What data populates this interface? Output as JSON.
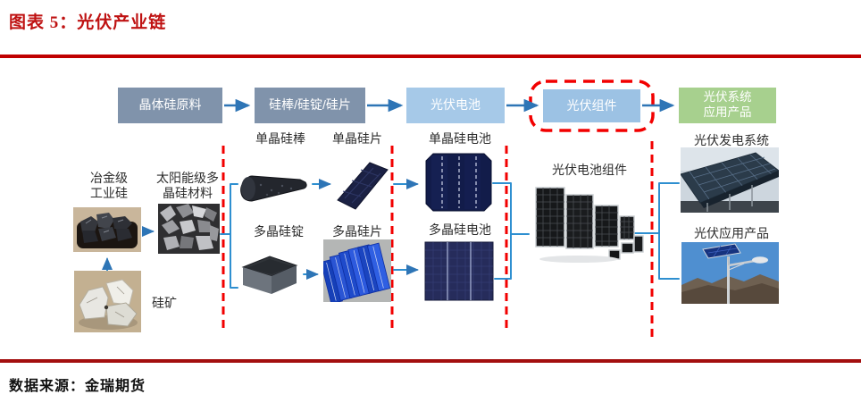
{
  "header": {
    "title": "图表 5：光伏产业链"
  },
  "footer": {
    "source": "数据来源：金瑞期货"
  },
  "flow_boxes": [
    {
      "label": "晶体硅原料"
    },
    {
      "label": "硅棒/硅锭/硅片"
    },
    {
      "label": "光伏电池"
    },
    {
      "label": "光伏组件",
      "highlighted": true
    },
    {
      "label": "光伏系统\n应用产品"
    }
  ],
  "section_labels": {
    "metallurgical_silicon": "冶金级\n工业硅",
    "solar_grade_polysilicon": "太阳能级多\n晶硅材料",
    "silicon_ore": "硅矿",
    "mono_rod": "单晶硅棒",
    "mono_wafer": "单晶硅片",
    "mono_cell": "单晶硅电池",
    "poly_ingot": "多晶硅锭",
    "poly_wafer": "多晶硅片",
    "poly_cell": "多晶硅电池",
    "pv_module": "光伏电池组件",
    "pv_power_system": "光伏发电系统",
    "pv_application": "光伏应用产品"
  },
  "images": {
    "metallurgical_silicon_photo": "black-silicon-chunks-photo",
    "solar_grade_polysilicon_photo": "gray-polysilicon-fragments-photo",
    "silicon_ore_photo": "white-quartz-rocks-photo",
    "mono_rod_photo": "mono-silicon-rod-photo",
    "mono_wafer_photo": "mono-silicon-wafer-photo",
    "mono_cell_photo": "mono-silicon-cell-photo",
    "poly_ingot_photo": "poly-silicon-ingot-photo",
    "poly_wafer_photo": "poly-silicon-wafers-photo",
    "poly_cell_photo": "poly-silicon-cell-photo",
    "pv_modules_photo": "pv-module-panels-photo",
    "pv_power_system_photo": "rooftop-solar-array-photo",
    "pv_application_photo": "solar-street-lamp-photo"
  },
  "colors": {
    "title_red": "#bf1212",
    "rule_top": "#c00000",
    "rule_bottom": "#a30f0f",
    "box_gray_blue": "#8093ab",
    "box_light_blue": "#9cc2e4",
    "box_green": "#a7d08e",
    "arrow_blue": "#2e75b6",
    "dashed_red": "#f20000",
    "box_text": "#ffffff",
    "label_text": "#2d2d2d"
  }
}
